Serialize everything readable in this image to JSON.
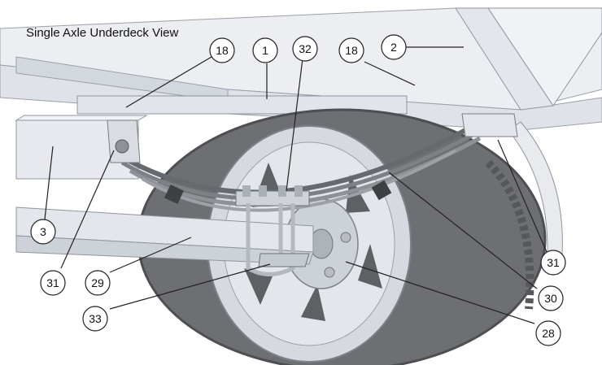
{
  "title": "Single Axle Underdeck View",
  "callouts": [
    {
      "id": "c18a",
      "label": "18"
    },
    {
      "id": "c1",
      "label": "1"
    },
    {
      "id": "c32",
      "label": "32"
    },
    {
      "id": "c18b",
      "label": "18"
    },
    {
      "id": "c2",
      "label": "2"
    },
    {
      "id": "c3",
      "label": "3"
    },
    {
      "id": "c31a",
      "label": "31"
    },
    {
      "id": "c29",
      "label": "29"
    },
    {
      "id": "c33",
      "label": "33"
    },
    {
      "id": "c31b",
      "label": "31"
    },
    {
      "id": "c30",
      "label": "30"
    },
    {
      "id": "c28",
      "label": "28"
    }
  ],
  "colors": {
    "deck": "#e6e9ef",
    "frame": "#d9dde5",
    "tire": "#6d6f72",
    "rim": "#d6dae0",
    "spring": "#808488",
    "line": "#222222"
  }
}
